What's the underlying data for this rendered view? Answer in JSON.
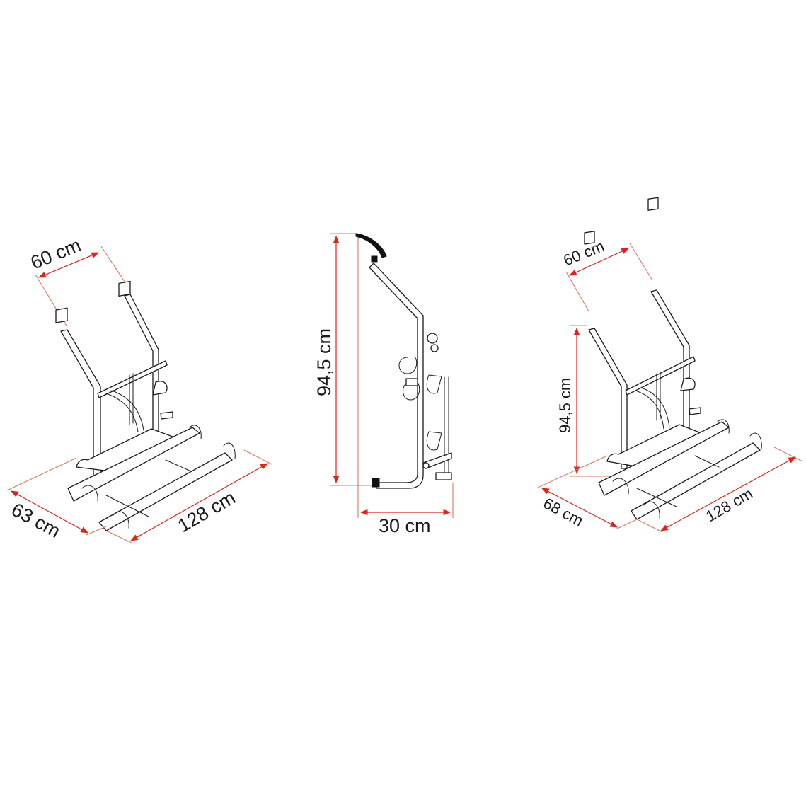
{
  "diagram": {
    "type": "product-dimension-drawing",
    "subject": "rear-mounted bike carrier",
    "colors": {
      "dimension_line": "#d9251c",
      "extension_line": "#d97766",
      "drawing": "#1a1a1a",
      "background": "#ffffff"
    },
    "views": [
      {
        "id": "left-isometric",
        "dimensions": {
          "top_width": "60 cm",
          "depth": "63 cm",
          "length": "128 cm"
        }
      },
      {
        "id": "center-side",
        "dimensions": {
          "height": "94,5 cm",
          "depth": "30 cm"
        }
      },
      {
        "id": "right-isometric",
        "dimensions": {
          "top_width": "60 cm",
          "height": "94,5 cm",
          "depth": "68 cm",
          "length": "128 cm"
        }
      }
    ]
  }
}
